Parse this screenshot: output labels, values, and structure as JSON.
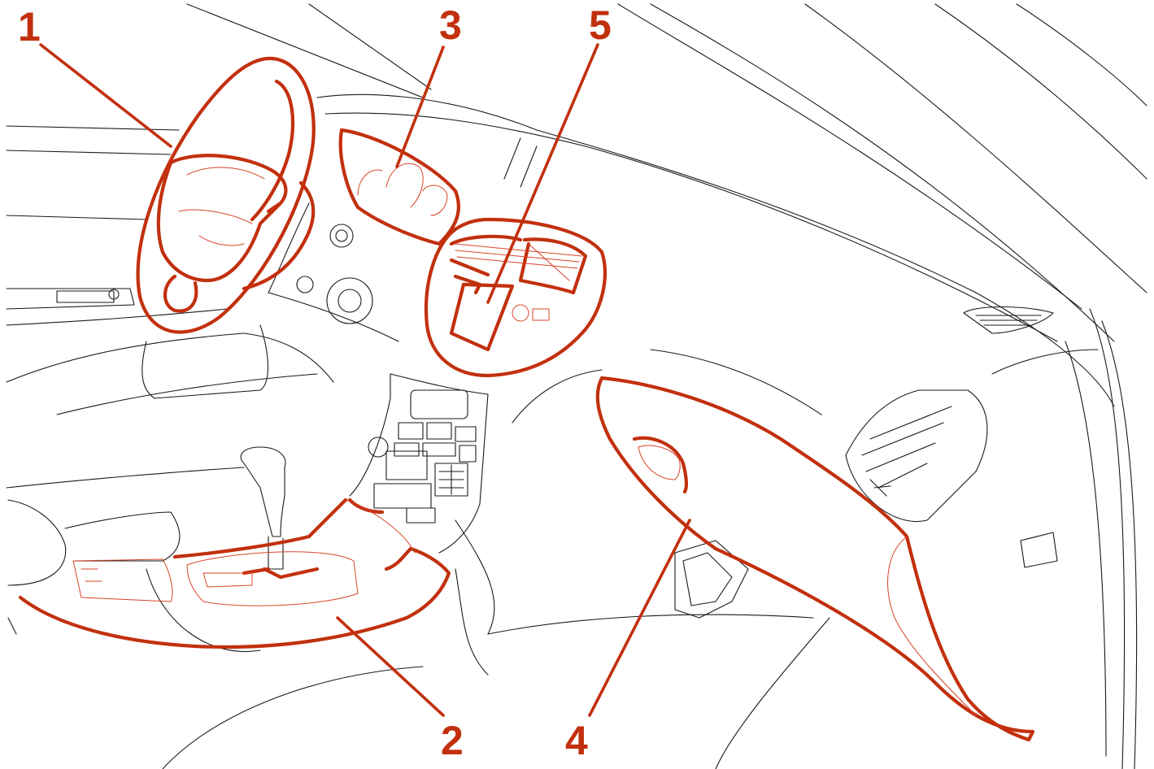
{
  "colors": {
    "highlight": "#c2300e",
    "line": "#1a1a1a",
    "background": "#ffffff"
  },
  "callouts": [
    {
      "id": "1",
      "label": "1"
    },
    {
      "id": "2",
      "label": "2"
    },
    {
      "id": "3",
      "label": "3"
    },
    {
      "id": "4",
      "label": "4"
    },
    {
      "id": "5",
      "label": "5"
    }
  ]
}
